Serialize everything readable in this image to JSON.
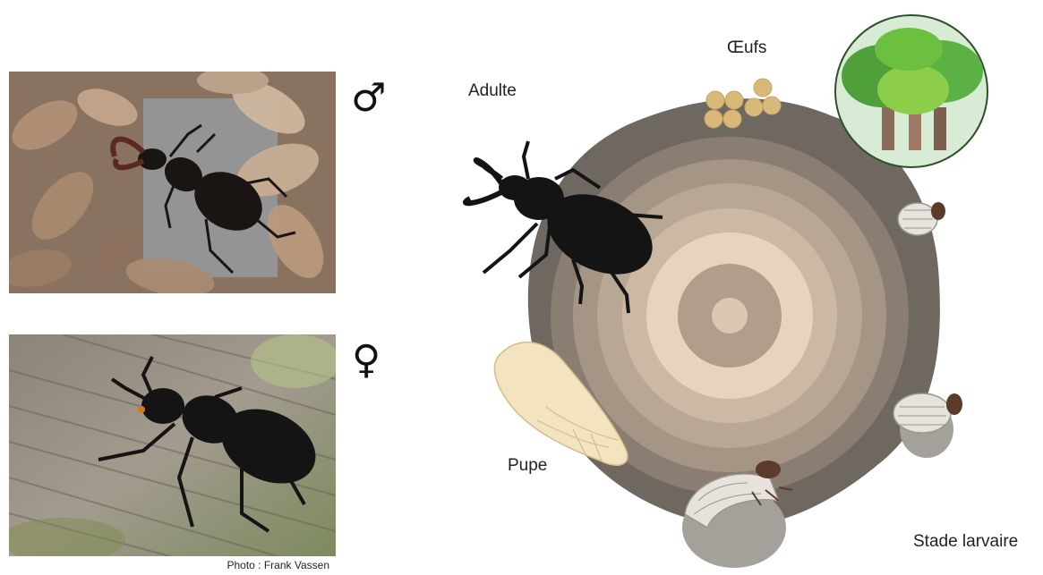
{
  "photos": {
    "male_symbol": "♂",
    "female_symbol": "♀",
    "credit": "Photo : Frank Vassen"
  },
  "cycle": {
    "adult_label": "Adulte",
    "eggs_label": "Œufs",
    "pupa_label": "Pupe",
    "larva_label": "Stade larvaire"
  },
  "colors": {
    "stump_outer": "#6f6860",
    "ring_dark": "#8a7d72",
    "ring_light": "#e9d3bd",
    "beetle": "#141414",
    "egg": "#d9b97a",
    "larva": "#e6e2dc",
    "pupa": "#f3e3bf",
    "tree_bg": "#d8ecd5",
    "tree_leaf": "#6cbf3f"
  }
}
